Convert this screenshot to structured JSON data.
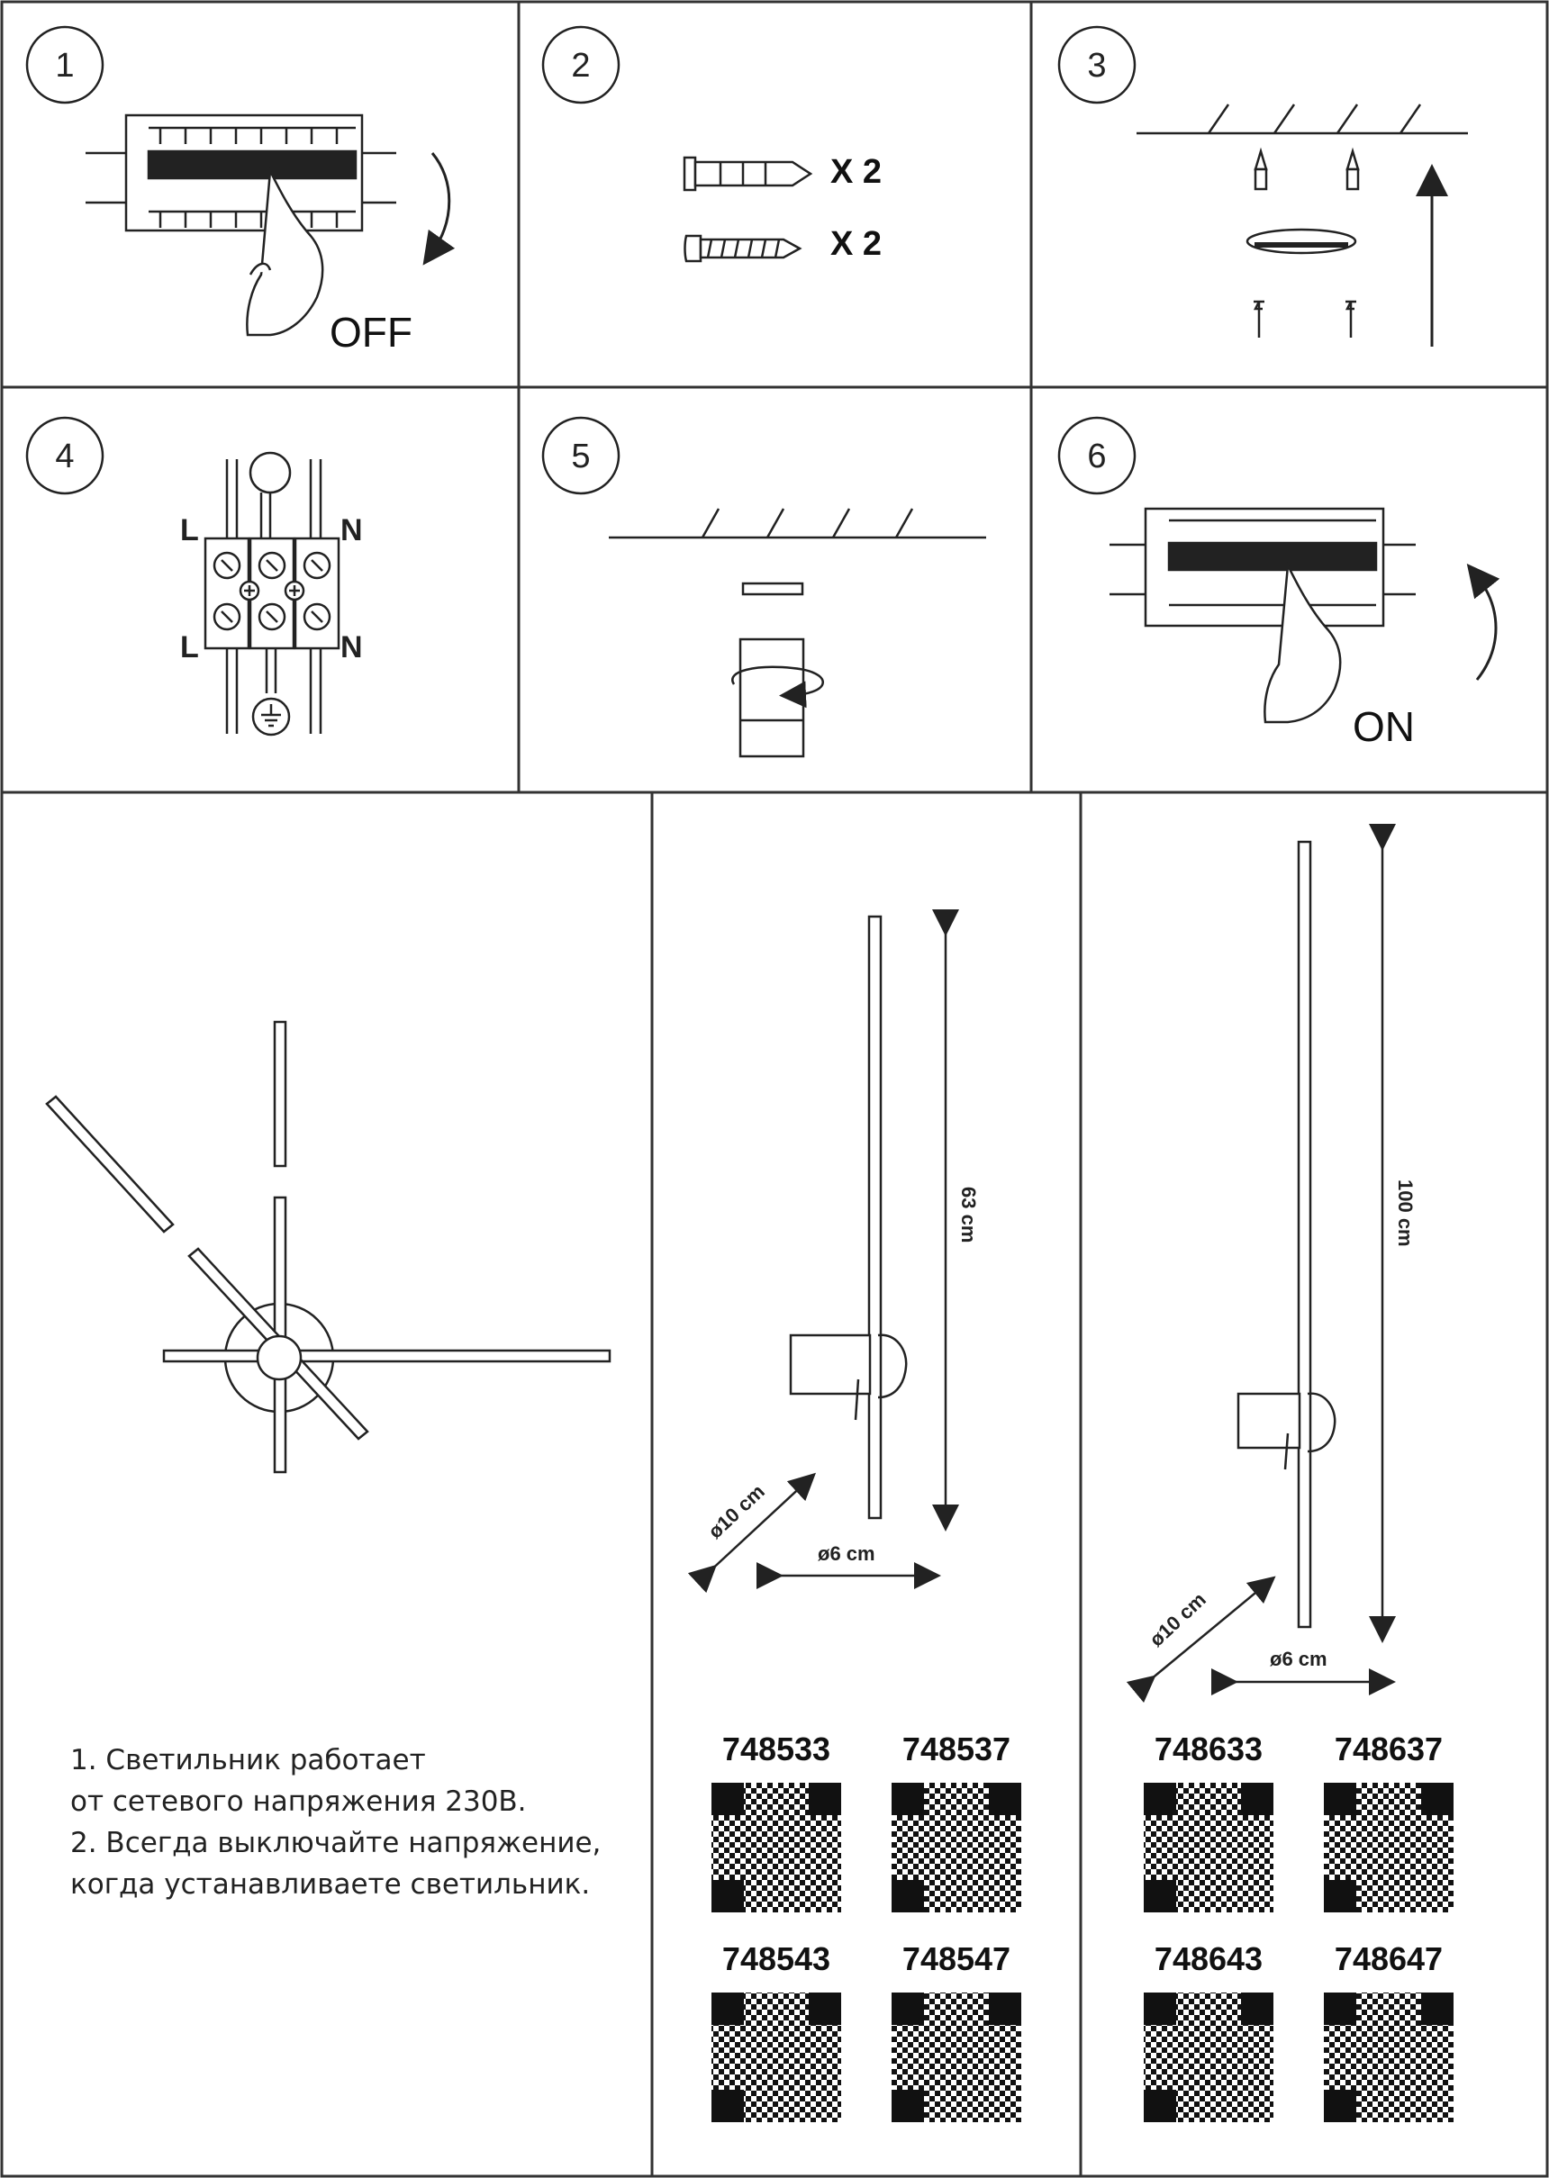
{
  "steps": [
    {
      "num": "1",
      "caption": "OFF"
    },
    {
      "num": "2",
      "anchor_qty": "X 2",
      "screw_qty": "X 2"
    },
    {
      "num": "3"
    },
    {
      "num": "4",
      "wire_labels": {
        "top_left": "L",
        "top_right": "N",
        "bottom_left": "L",
        "bottom_right": "N"
      }
    },
    {
      "num": "5"
    },
    {
      "num": "6",
      "caption": "ON"
    }
  ],
  "dimensions": {
    "short": {
      "height": "63 cm",
      "depth": "ø10 cm",
      "width": "ø6 cm"
    },
    "long": {
      "height": "100 cm",
      "depth": "ø10 cm",
      "width": "ø6 cm"
    }
  },
  "notes": [
    "1. Светильник работает",
    "от сетевого напряжения 230В.",
    "2. Всегда выключайте напряжение,",
    "когда устанавливаете светильник."
  ],
  "product_codes": {
    "short": [
      "748533",
      "748537",
      "748543",
      "748547"
    ],
    "long": [
      "748633",
      "748637",
      "748643",
      "748647"
    ]
  },
  "icons": {
    "breaker": "circuit-breaker-icon",
    "arrow_down": "rotate-arrow-down-icon",
    "arrow_up": "rotate-arrow-up-icon",
    "anchor": "wall-anchor-icon",
    "screw": "screw-icon",
    "qr": "qr-code-icon"
  }
}
